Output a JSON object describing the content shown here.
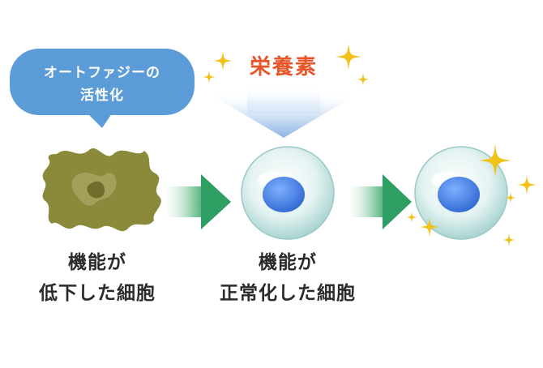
{
  "bubble": {
    "line1": "オートファジーの",
    "line2": "活性化"
  },
  "nutrient_label": "栄養素",
  "captions": {
    "damaged_cell": {
      "line1": "機能が",
      "line2": "低下した細胞"
    },
    "restored_cell": {
      "line1": "機能が",
      "line2": "正常化した細胞"
    }
  },
  "colors": {
    "bubble": "#5b9bd8",
    "nutrient_text": "#e8552a",
    "arrow_green": "#3aa96b",
    "cell_nucleus": "#3f7fe0",
    "damaged_cell": "#8a8a3a",
    "sparkle": "#f2c21a"
  },
  "icons": [
    "speech-bubble",
    "down-arrow",
    "right-arrow",
    "sparkle",
    "damaged-cell",
    "healthy-cell"
  ]
}
